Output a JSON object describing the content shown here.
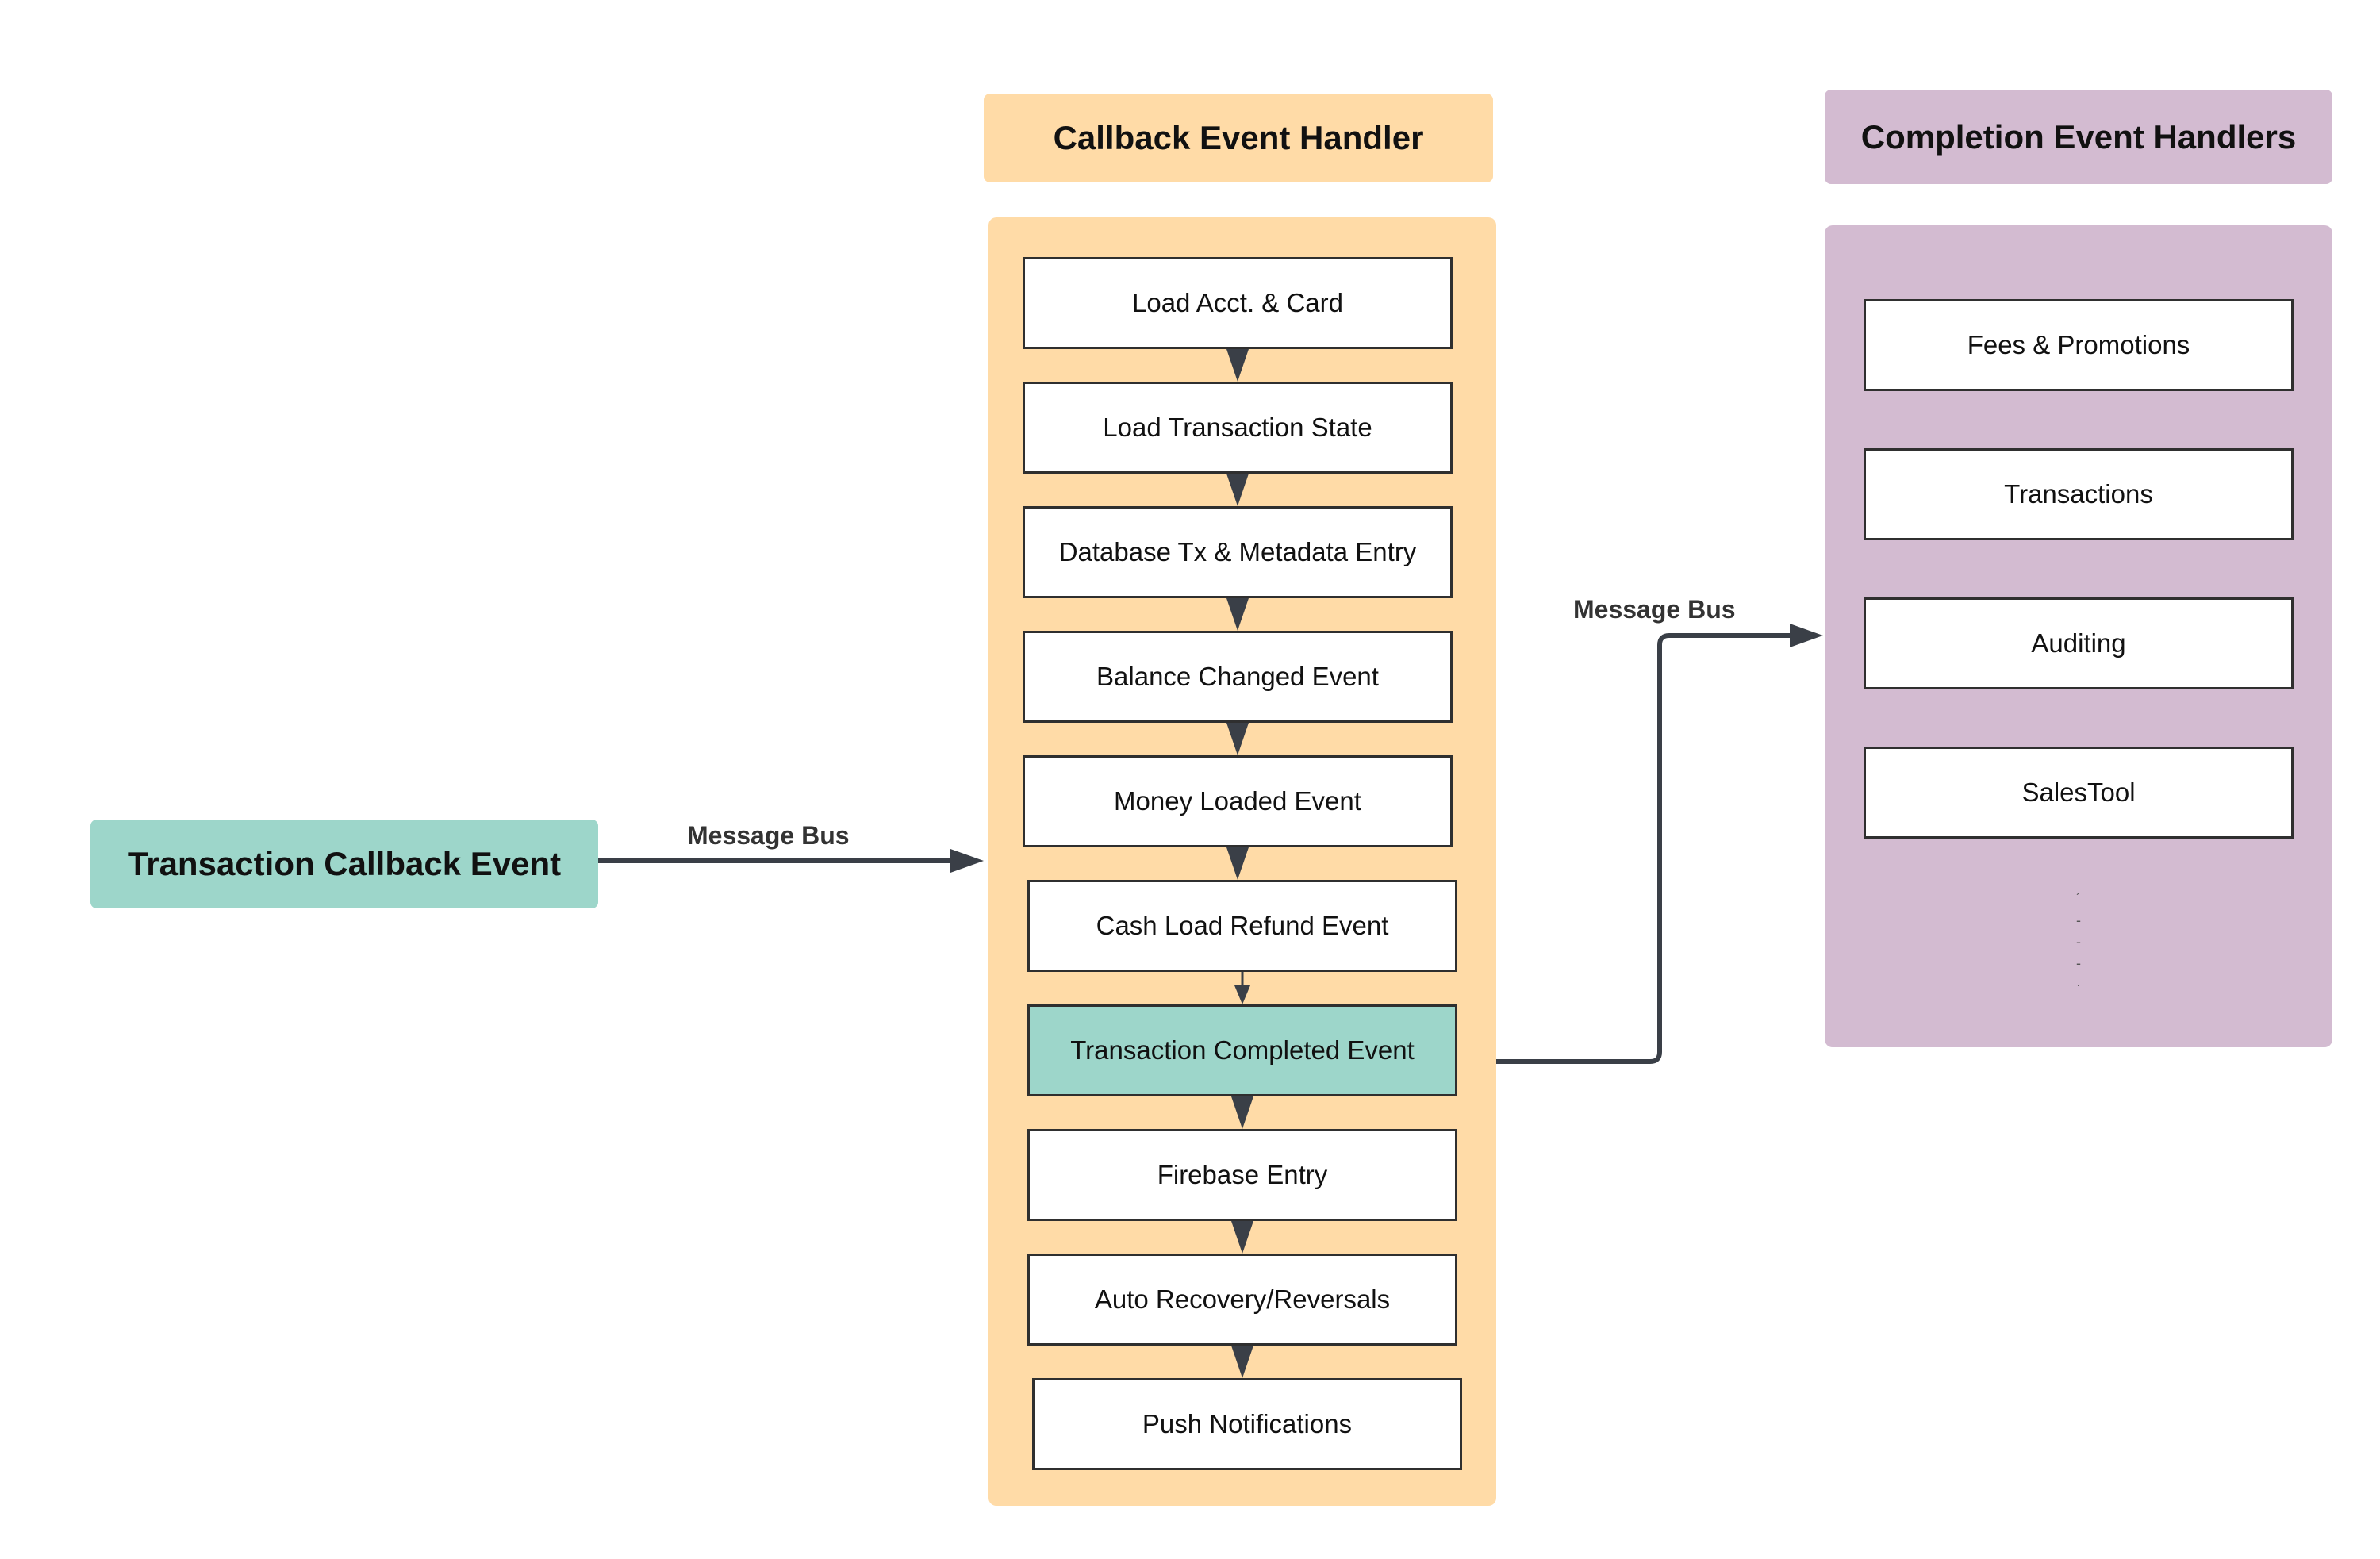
{
  "colors": {
    "teal": "#9dd6ca",
    "orange": "#ffdba7",
    "purple": "#d3bbd1",
    "arrow": "#3a3f47"
  },
  "source_event": {
    "label": "Transaction Callback Event"
  },
  "left_connector": {
    "label": "Message Bus"
  },
  "callback_handler": {
    "title": "Callback Event Handler",
    "steps": [
      {
        "label": "Load Acct. & Card"
      },
      {
        "label": "Load Transaction State"
      },
      {
        "label": "Database Tx & Metadata Entry"
      },
      {
        "label": "Balance Changed Event"
      },
      {
        "label": "Money Loaded Event"
      },
      {
        "label": "Cash Load Refund Event"
      },
      {
        "label": "Transaction Completed Event",
        "highlight": true
      },
      {
        "label": "Firebase Entry"
      },
      {
        "label": "Auto Recovery/Reversals"
      },
      {
        "label": "Push Notifications"
      }
    ]
  },
  "right_connector": {
    "label": "Message Bus"
  },
  "completion_handlers": {
    "title": "Completion Event Handlers",
    "items": [
      {
        "label": "Fees & Promotions"
      },
      {
        "label": "Transactions"
      },
      {
        "label": "Auditing"
      },
      {
        "label": "SalesTool"
      }
    ],
    "more_marks": [
      "´",
      "-",
      "-",
      "-",
      "·"
    ]
  }
}
